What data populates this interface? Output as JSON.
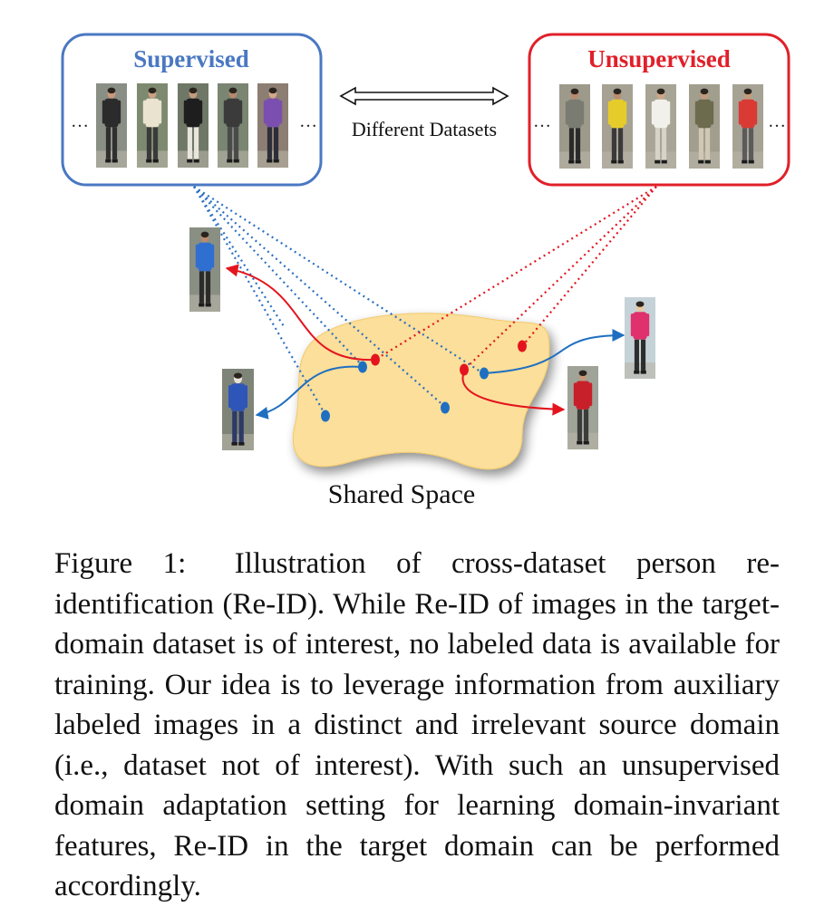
{
  "figure": {
    "supervised_label": "Supervised",
    "unsupervised_label": "Unsupervised",
    "different_datasets_label": "Different Datasets",
    "ellipsis": "…",
    "shared_space_label": "Shared Space",
    "colors": {
      "supervised": "#4a78c2",
      "unsupervised": "#e0202a",
      "shared_space_fill": "#fbdf9a",
      "blue_point": "#1f6fc0",
      "red_point": "#e4141e"
    },
    "supervised_people": [
      {
        "top": "#2b2b2b",
        "bottom": "#2f2f2f",
        "skin": "#c89a7a",
        "bg": "#8a8f86"
      },
      {
        "top": "#e9e3cf",
        "bottom": "#3a3a3a",
        "skin": "#caa184",
        "bg": "#7d8a70"
      },
      {
        "top": "#1e1e1e",
        "bottom": "#e8e6dc",
        "skin": "#c59c7e",
        "bg": "#6f7767"
      },
      {
        "top": "#3b3b3b",
        "bottom": "#4a4a4a",
        "skin": "#b58a6e",
        "bg": "#7a8572"
      },
      {
        "top": "#7b4fb0",
        "bottom": "#2d2d3a",
        "skin": "#d1a88a",
        "bg": "#8c7e72"
      }
    ],
    "unsupervised_people": [
      {
        "top": "#7a7c72",
        "bottom": "#2a2a2a",
        "skin": "#b88a6e",
        "bg": "#9d9a8c"
      },
      {
        "top": "#e6cc2a",
        "bottom": "#3a3a3a",
        "skin": "#b98d6f",
        "bg": "#a5a193"
      },
      {
        "top": "#f2f0ea",
        "bottom": "#d7d3c7",
        "skin": "#d0a588",
        "bg": "#a8a596"
      },
      {
        "top": "#6d6b4e",
        "bottom": "#cfc8b4",
        "skin": "#c29a7b",
        "bg": "#a29e8e"
      },
      {
        "top": "#d93a34",
        "bottom": "#5b5b5b",
        "skin": "#c49a7c",
        "bg": "#a6a395"
      }
    ],
    "sample_people": [
      {
        "top": "#2f6fd1",
        "bottom": "#2b2b2b",
        "skin": "#b88a6e",
        "bg": "#8a8f84"
      },
      {
        "top": "#2e55b8",
        "bottom": "#2d3a66",
        "skin": "#e8e2d8",
        "bg": "#7f8478"
      },
      {
        "top": "#e0306e",
        "bottom": "#2d2d2d",
        "skin": "#e6c9a0",
        "bg": "#c5d2d8"
      },
      {
        "top": "#c8202a",
        "bottom": "#3b3b3b",
        "skin": "#c49a7c",
        "bg": "#9fa398"
      }
    ]
  },
  "caption": {
    "label": "Figure 1:",
    "text": "Illustration of cross-dataset person re-identification (Re-ID). While Re-ID of images in the target-domain dataset is of interest, no labeled data is available for training. Our idea is to leverage information from auxiliary labeled images in a distinct and irrelevant source domain (i.e., dataset not of interest). With such an unsupervised domain adaptation setting for learning domain-invariant features, Re-ID in the target domain can be performed accordingly."
  }
}
